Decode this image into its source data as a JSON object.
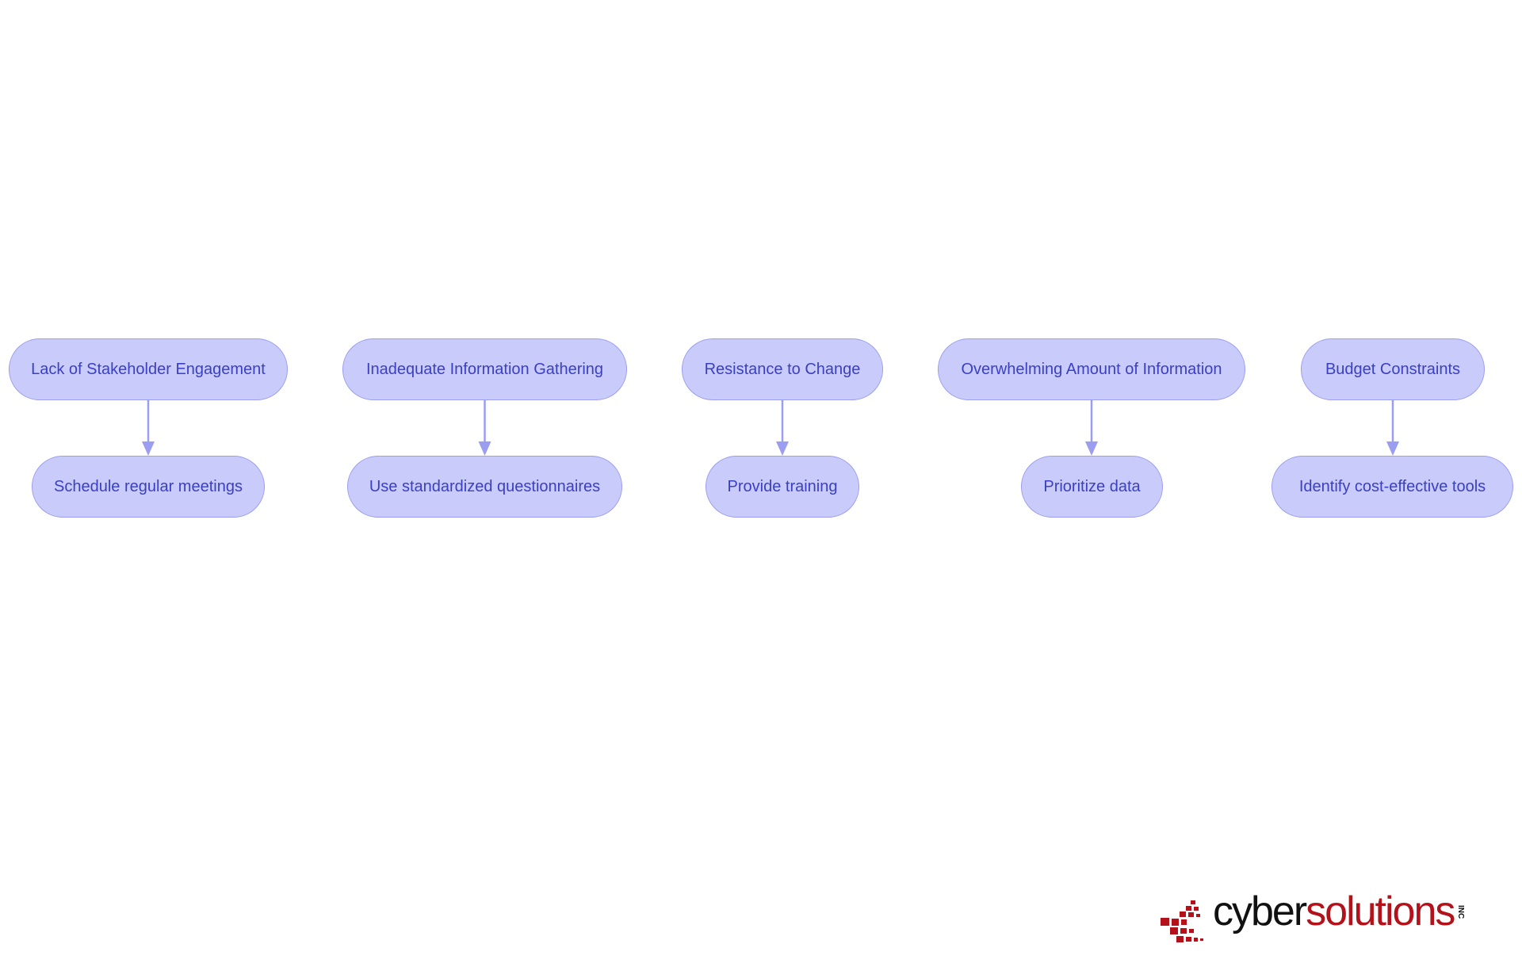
{
  "colors": {
    "node_fill": "#c9ccfb",
    "node_stroke": "#9a9df0",
    "node_text": "#3a3fc4",
    "edge": "#9a9df0",
    "logo_black": "#111111",
    "logo_red": "#b3121b"
  },
  "diagram": {
    "columns": [
      {
        "challenge": "Lack of Stakeholder Engagement",
        "solution": "Schedule regular meetings"
      },
      {
        "challenge": "Inadequate Information Gathering",
        "solution": "Use standardized questionnaires"
      },
      {
        "challenge": "Resistance to Change",
        "solution": "Provide training"
      },
      {
        "challenge": "Overwhelming Amount of Information",
        "solution": "Prioritize data"
      },
      {
        "challenge": "Budget Constraints",
        "solution": "Identify cost-effective tools"
      }
    ]
  },
  "logo": {
    "word_dark": "cyber",
    "word_red": "solutions",
    "suffix": "INC"
  }
}
